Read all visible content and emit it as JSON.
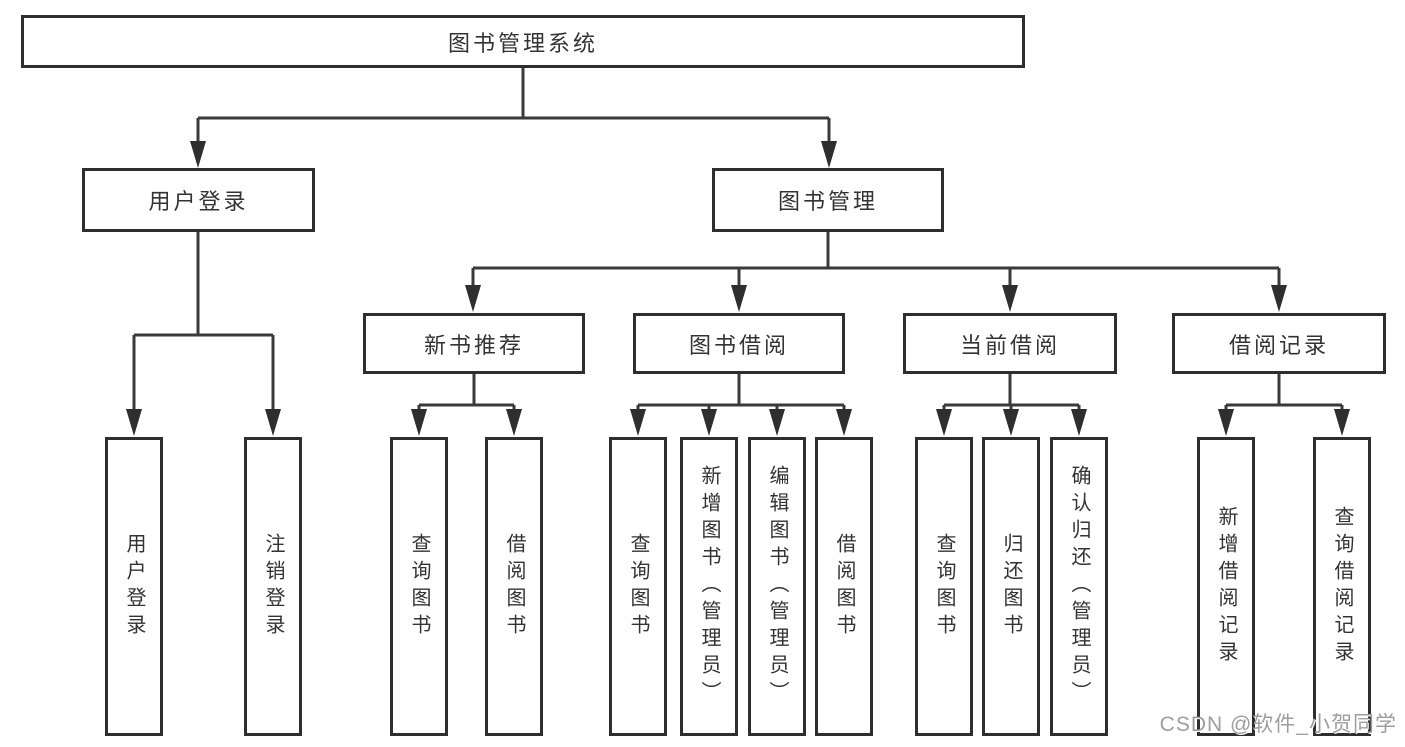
{
  "tree": {
    "root": "图书管理系统",
    "branches": [
      {
        "label": "用户登录",
        "children": [
          "用户登录",
          "注销登录"
        ]
      },
      {
        "label": "图书管理",
        "children": [
          {
            "label": "新书推荐",
            "children": [
              "查询图书",
              "借阅图书"
            ]
          },
          {
            "label": "图书借阅",
            "children": [
              "查询图书",
              "新增图书（管理员）",
              "编辑图书（管理员）",
              "借阅图书"
            ]
          },
          {
            "label": "当前借阅",
            "children": [
              "查询图书",
              "归还图书",
              "确认归还（管理员）"
            ]
          },
          {
            "label": "借阅记录",
            "children": [
              "新增借阅记录",
              "查询借阅记录"
            ]
          }
        ]
      }
    ]
  },
  "watermark": "CSDN @软件_小贺同学",
  "colors": {
    "line": "#3a3a3a",
    "border": "#2e2e2e",
    "text": "#333333",
    "watermark": "#9e9e9e",
    "background": "#ffffff"
  }
}
